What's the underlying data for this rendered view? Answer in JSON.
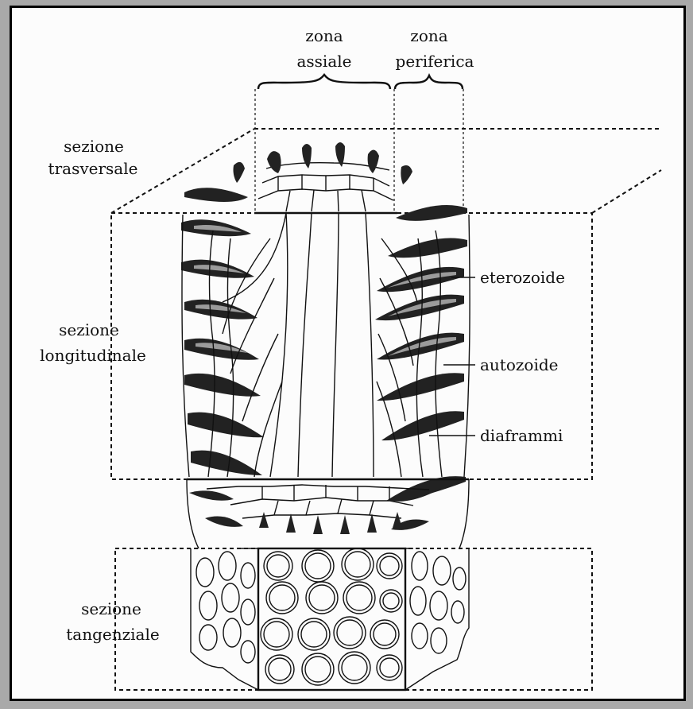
{
  "labels": {
    "zona_assiale_1": "zona",
    "zona_assiale_2": "assiale",
    "zona_periferica_1": "zona",
    "zona_periferica_2": "periferica",
    "sezione_trasversale_1": "sezione",
    "sezione_trasversale_2": "trasversale",
    "sezione_longitudinale_1": "sezione",
    "sezione_longitudinale_2": "longitudinale",
    "sezione_tangenziale_1": "sezione",
    "sezione_tangenziale_2": "tangenziale",
    "eterozoide": "eterozoide",
    "autozoide": "autozoide",
    "diaframmi": "diaframmi"
  },
  "colors": {
    "background": "#a9a9a9",
    "paper": "#fcfcfc",
    "ink": "#111111"
  }
}
